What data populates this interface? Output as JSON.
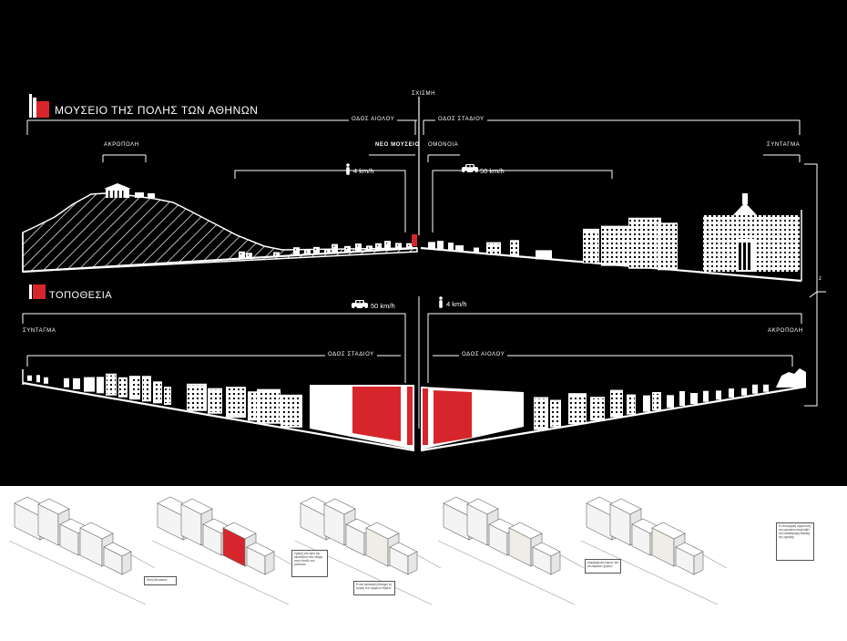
{
  "upper_panel": {
    "title": "ΜΟΥΣΕΙΟ ΤΗΣ ΠΟΛΗΣ ΤΩΝ ΑΘΗΝΩΝ",
    "section_label": "ΣΧΙΣΜΗ",
    "street_left": "ΟΔΟΣ ΑΙΟΛΟΥ",
    "street_right": "ΟΔΟΣ ΣΤΑΔΙΟΥ",
    "place_acropolis": "ΑΚΡΟΠΟΛΗ",
    "place_new_museum": "ΝΕΟ ΜΟΥΣΕΙΟ",
    "place_omonoia": "ΟΜΟΝΟΙΑ",
    "place_syntagma": "ΣΥΝΤΑΓΜΑ",
    "walk_speed": "4 km/h",
    "car_speed": "50 km/h"
  },
  "lower_panel": {
    "title": "ΤΟΠΟΘΕΣΙΑ",
    "car_speed": "50 km/h",
    "walk_speed": "4 km/h",
    "place_syntagma": "ΣΥΝΤΑΓΜΑ",
    "place_acropolis": "ΑΚΡΟΠΟΛΗ",
    "street_left": "ΟΔΟΣ ΣΤΑΔΙΟΥ",
    "street_right": "ΟΔΟΣ ΑΙΟΛΟΥ"
  },
  "axis_label": "z",
  "accent_color": "#d7262b",
  "diagram_strip": {
    "count": 5,
    "notes": [
      "Θέση Μουσείου",
      "Σχισμή στο όριο του οικοπέδου που οδηγεί στην είσοδο του μουσείου",
      "Η νέα πρόσοψη διατηρεί τη λογική των όμορων κτιρίων",
      "Διαμόρφωση όψεων και εσωτερικών χώρων",
      "Η λειτουργική οργάνωση του μουσείου ακολουθεί την κατακόρυφη διάταξη της σχισμής"
    ]
  }
}
